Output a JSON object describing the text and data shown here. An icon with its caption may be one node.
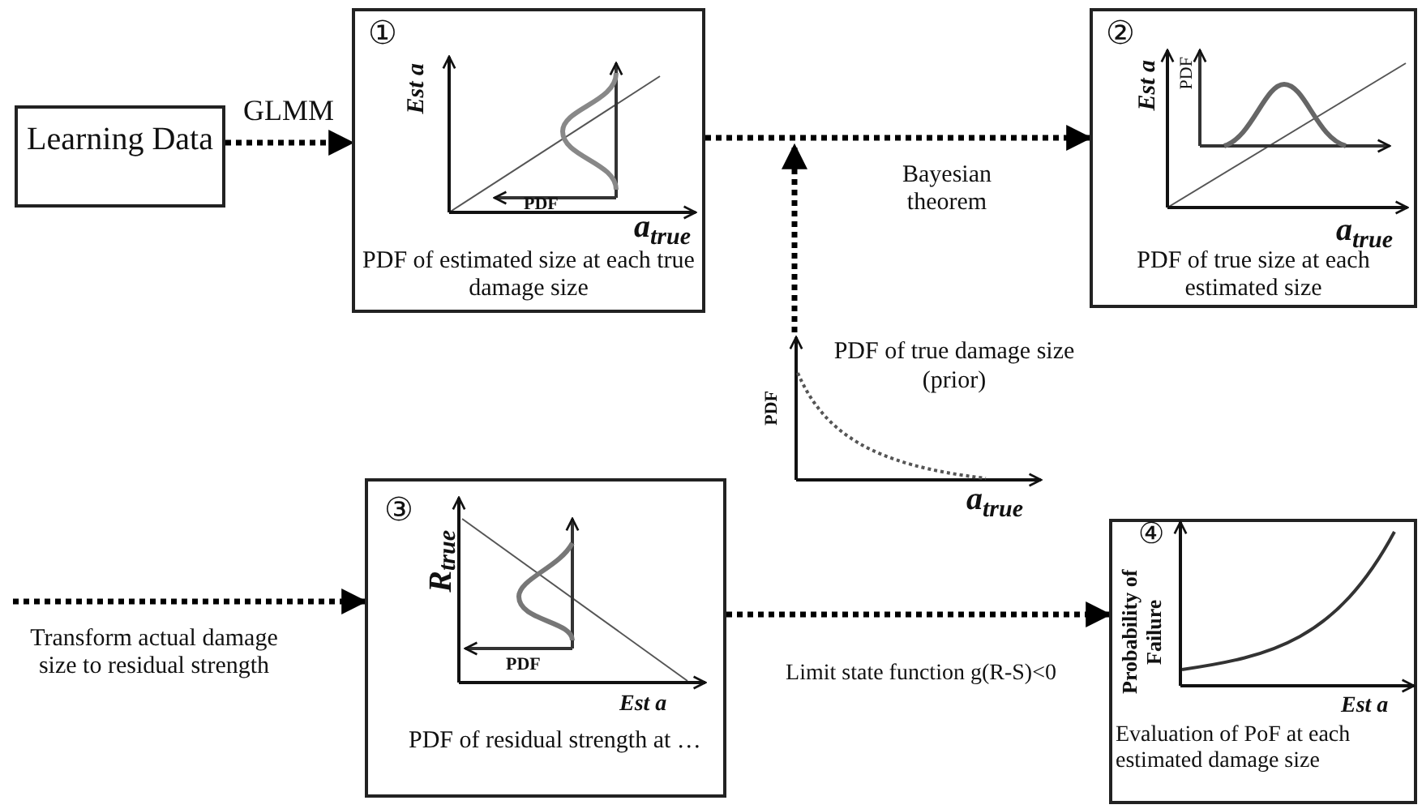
{
  "diagram": {
    "nodes": [
      {
        "text": [
          "Learning Data"
        ]
      },
      {
        "text": [
          "①",
          "Est a",
          "PDF",
          "a$_{true}$",
          "PDF of estimated size at each true damage size"
        ]
      },
      {
        "text": [
          "②",
          "Est a",
          "PDF",
          "a$_{true}$",
          "PDF of true size at each estimated size"
        ]
      },
      {
        "text": [
          "PDF of true damage size",
          "(prior)",
          "PDF",
          "a$_{true}$"
        ]
      },
      {
        "text": [
          "③",
          "R$_{true}$",
          "PDF",
          "Est a",
          "PDF of residual strength at …"
        ]
      },
      {
        "text": [
          "④",
          "Probability of Failure",
          "Est a",
          "Evaluation of PoF at each estimated damage size"
        ]
      }
    ],
    "edges": [
      {
        "from": 0,
        "to": 1,
        "arrow": "to",
        "label": "GLMM",
        "style": "dashed"
      },
      {
        "from": 1,
        "to": 2,
        "arrow": "to",
        "label": "Bayesian theorem",
        "style": "dashed"
      },
      {
        "from": 3,
        "to": null,
        "arrow": "to",
        "style": "dashed"
      },
      {
        "from": null,
        "to": 4,
        "arrow": "to",
        "label": "Transform actual damage size to residual strength",
        "style": "dashed"
      },
      {
        "from": 4,
        "to": 5,
        "arrow": "to",
        "label": "Limit state function g(R-S)<0",
        "style": "dashed"
      }
    ]
  }
}
